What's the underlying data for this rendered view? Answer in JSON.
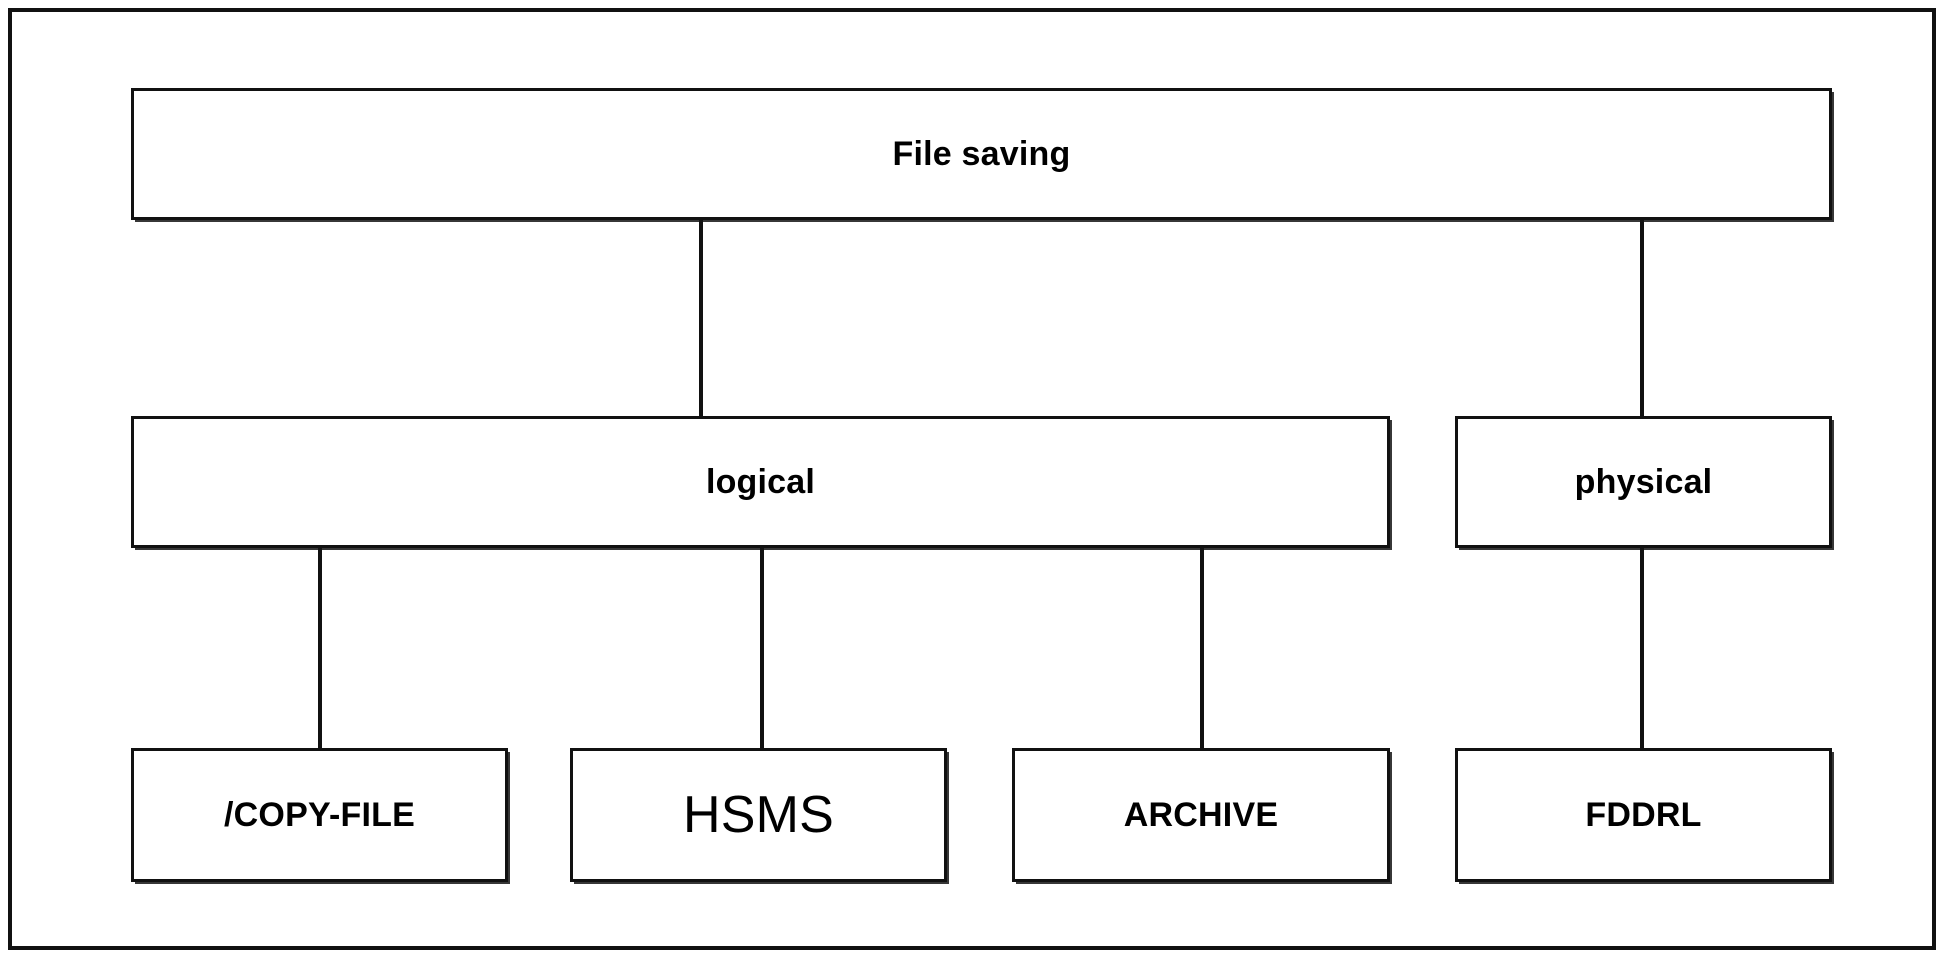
{
  "diagram": {
    "type": "hierarchy-tree",
    "title": "File saving",
    "background_color": "#ffffff",
    "line_color": "#111111",
    "text_color": "#000000",
    "levels": [
      {
        "level": 1,
        "nodes": [
          {
            "id": "file-saving",
            "label": "File saving"
          }
        ]
      },
      {
        "level": 2,
        "nodes": [
          {
            "id": "logical",
            "label": "logical"
          },
          {
            "id": "physical",
            "label": "physical"
          }
        ]
      },
      {
        "level": 3,
        "nodes": [
          {
            "id": "copy-file",
            "label": "/COPY-FILE"
          },
          {
            "id": "hsms",
            "label": "HSMS"
          },
          {
            "id": "archive",
            "label": "ARCHIVE"
          },
          {
            "id": "fddrl",
            "label": "FDDRL"
          }
        ]
      }
    ],
    "edges": [
      {
        "from": "file-saving",
        "to": "logical"
      },
      {
        "from": "file-saving",
        "to": "physical"
      },
      {
        "from": "logical",
        "to": "copy-file"
      },
      {
        "from": "logical",
        "to": "hsms"
      },
      {
        "from": "logical",
        "to": "archive"
      },
      {
        "from": "physical",
        "to": "fddrl"
      }
    ]
  },
  "nodes": {
    "file_saving": {
      "label": "File saving"
    },
    "logical": {
      "label": "logical"
    },
    "physical": {
      "label": "physical"
    },
    "copy_file": {
      "label": "/COPY-FILE"
    },
    "hsms": {
      "label": "HSMS"
    },
    "archive": {
      "label": "ARCHIVE"
    },
    "fddrl": {
      "label": "FDDRL"
    }
  }
}
